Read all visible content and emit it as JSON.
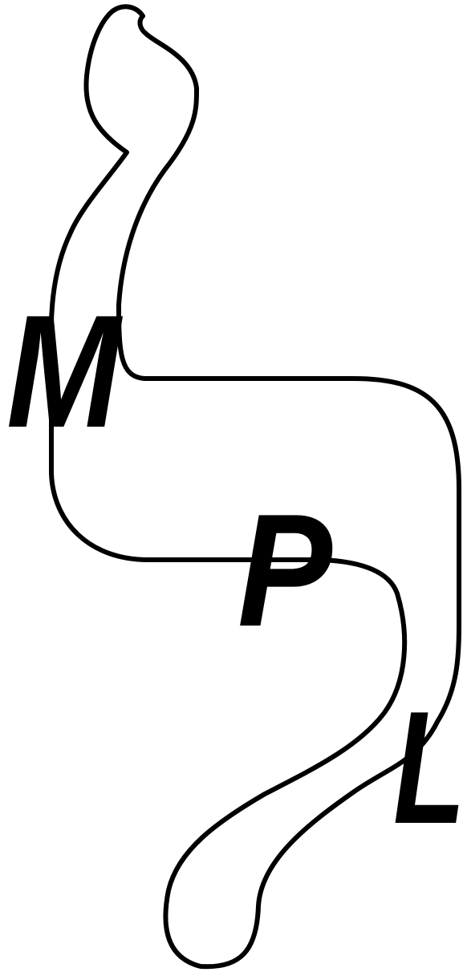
{
  "labels": {
    "m": "M",
    "p": "P",
    "l": "L"
  },
  "colors": {
    "stroke": "#000000",
    "background": "#ffffff"
  }
}
